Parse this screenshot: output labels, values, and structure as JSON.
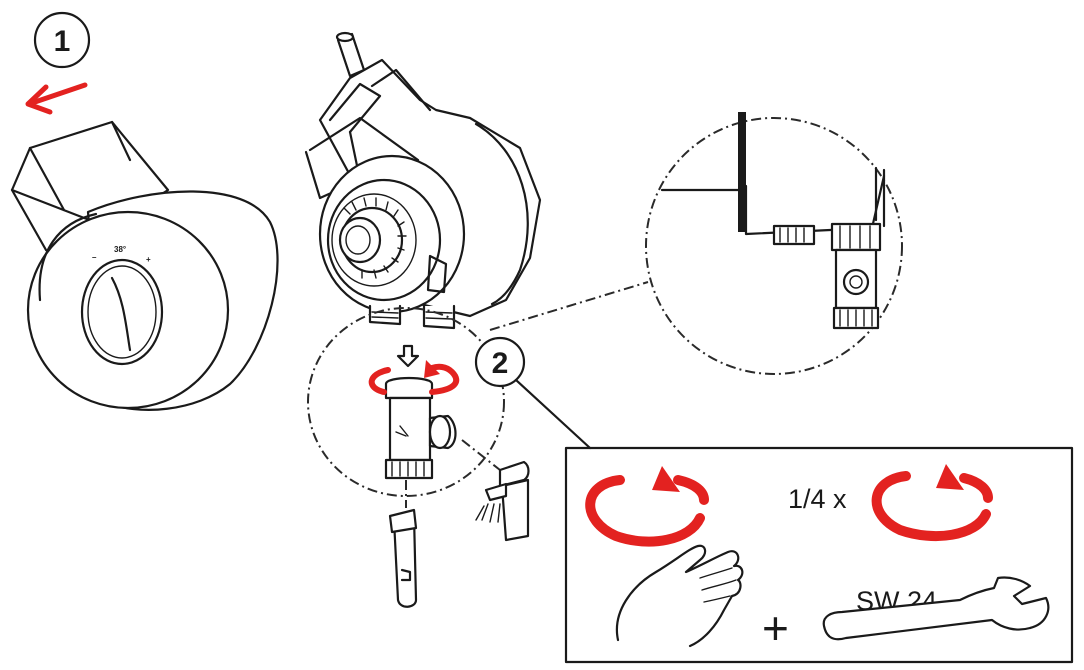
{
  "steps": [
    {
      "number": "1",
      "action": "pull-cap-off"
    },
    {
      "number": "2",
      "action": "unscrew-stop-valve"
    }
  ],
  "knob_marks": {
    "left": "–",
    "mid": "38°",
    "right": "+"
  },
  "tool_box": {
    "turn_fraction": "1/4 x",
    "plus": "+",
    "wrench_label": "SW 24"
  },
  "colors": {
    "arrow_red": "#e32220",
    "line": "#1a1a1a"
  },
  "icons": [
    "pull-arrow-icon",
    "rotate-arrow-icon",
    "hand-icon",
    "wrench-icon",
    "faucet-icon",
    "shower-handle-icon",
    "down-arrow-icon"
  ]
}
